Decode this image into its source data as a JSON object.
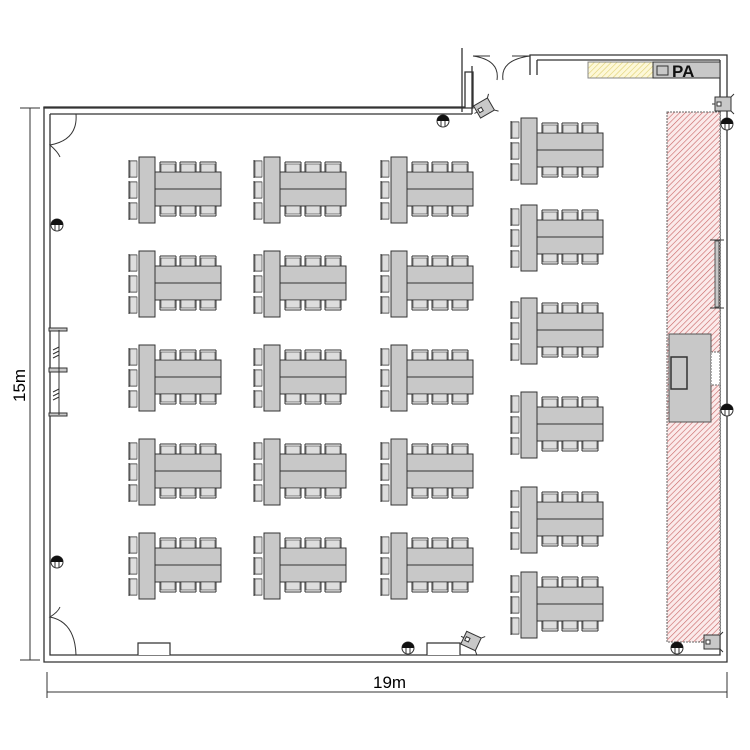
{
  "plan": {
    "width_label": "19m",
    "height_label": "15m",
    "pa_label": "PA",
    "left_block_groups": 15,
    "right_column_groups": 6
  },
  "colors": {
    "table_fill": "#c8c8c8",
    "stroke": "#333333",
    "stage_hatch": "#c86464",
    "pa_hatch": "#e0d070"
  }
}
